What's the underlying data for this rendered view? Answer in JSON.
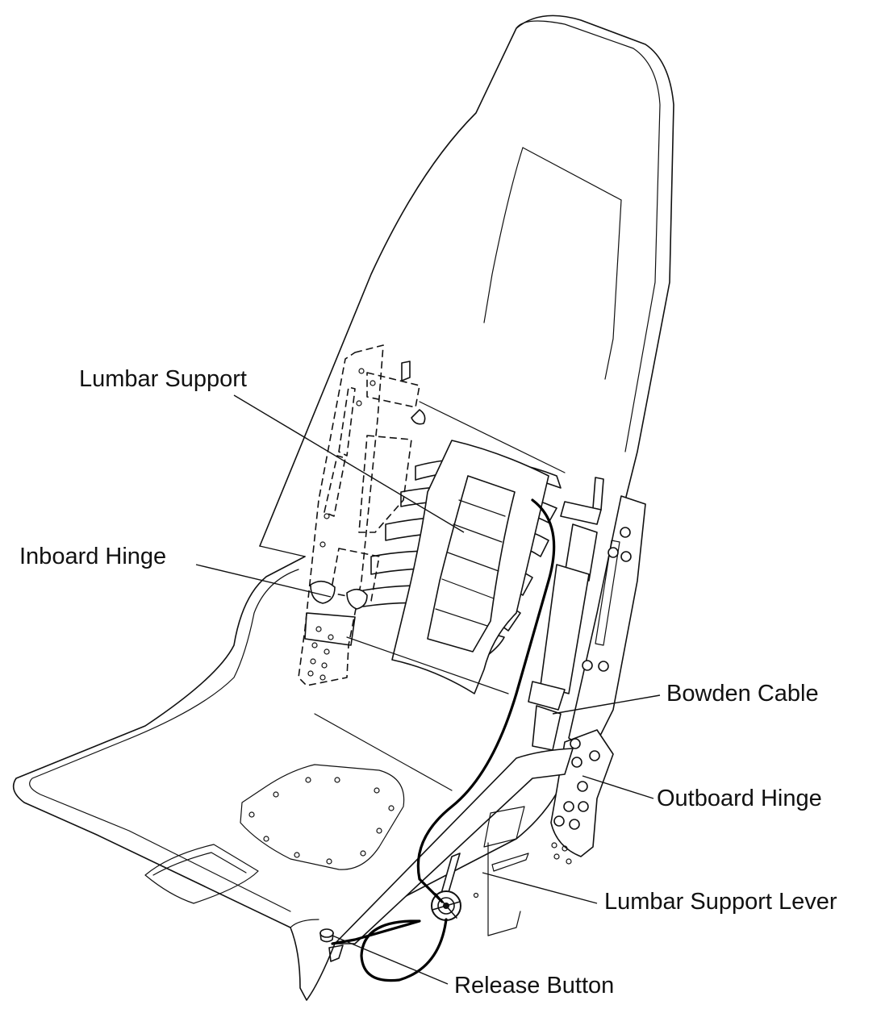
{
  "labels": {
    "lumbar_support": "Lumbar Support",
    "inboard_hinge": "Inboard Hinge",
    "bowden_cable": "Bowden Cable",
    "outboard_hinge": "Outboard Hinge",
    "lumbar_support_lever": "Lumbar Support Lever",
    "release_button": "Release Button"
  },
  "colors": {
    "line": "#111111",
    "background": "#ffffff"
  }
}
